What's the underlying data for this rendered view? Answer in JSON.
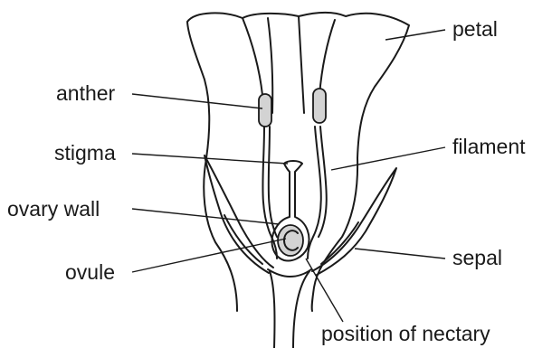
{
  "labels": {
    "petal": "petal",
    "anther": "anther",
    "filament": "filament",
    "stigma": "stigma",
    "ovary_wall": "ovary wall",
    "sepal": "sepal",
    "ovule": "ovule",
    "nectary": "position of nectary"
  },
  "colors": {
    "line": "#1a1a1a",
    "shading": "#d3d3d3"
  }
}
